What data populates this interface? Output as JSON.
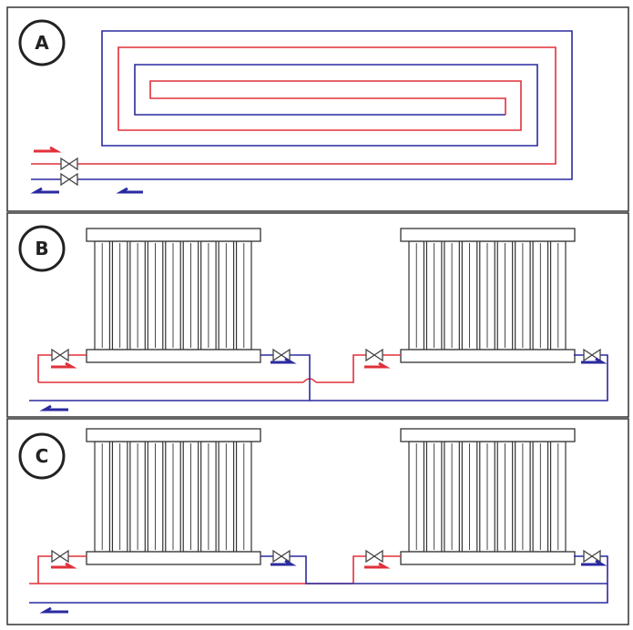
{
  "panels": [
    {
      "id": "a",
      "label": "A",
      "kind": "underfloor-serpentine-loop"
    },
    {
      "id": "b",
      "label": "B",
      "kind": "two-pipe-radiators-with-crossover"
    },
    {
      "id": "c",
      "label": "C",
      "kind": "two-pipe-radiators-direct"
    }
  ],
  "colors": {
    "supply": "#e0303a",
    "return": "#2a2aa0",
    "outline": "#333333",
    "background": "#ffffff"
  },
  "icons": [
    "valve-icon",
    "flow-arrow-icon",
    "radiator-icon"
  ]
}
